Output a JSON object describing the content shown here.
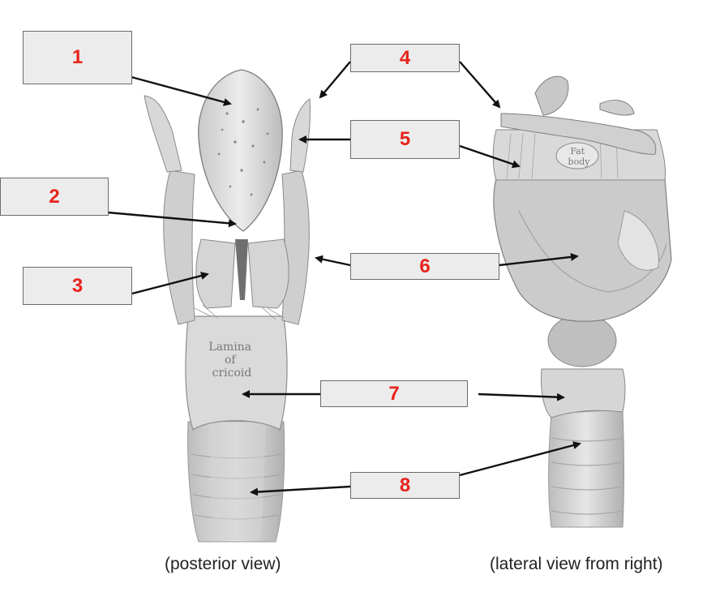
{
  "labels": [
    "1",
    "2",
    "3",
    "4",
    "5",
    "6",
    "7",
    "8"
  ],
  "image_text": {
    "lamina": [
      "Lamina",
      "of",
      "cricoid"
    ],
    "fat_body": [
      "Fat",
      "body"
    ]
  },
  "captions": {
    "posterior": "(posterior view)",
    "lateral": "(lateral view from right)"
  },
  "colors": {
    "label_text": "#e8231c",
    "box_fill": "#ececec",
    "box_border": "#6b6b6b"
  }
}
